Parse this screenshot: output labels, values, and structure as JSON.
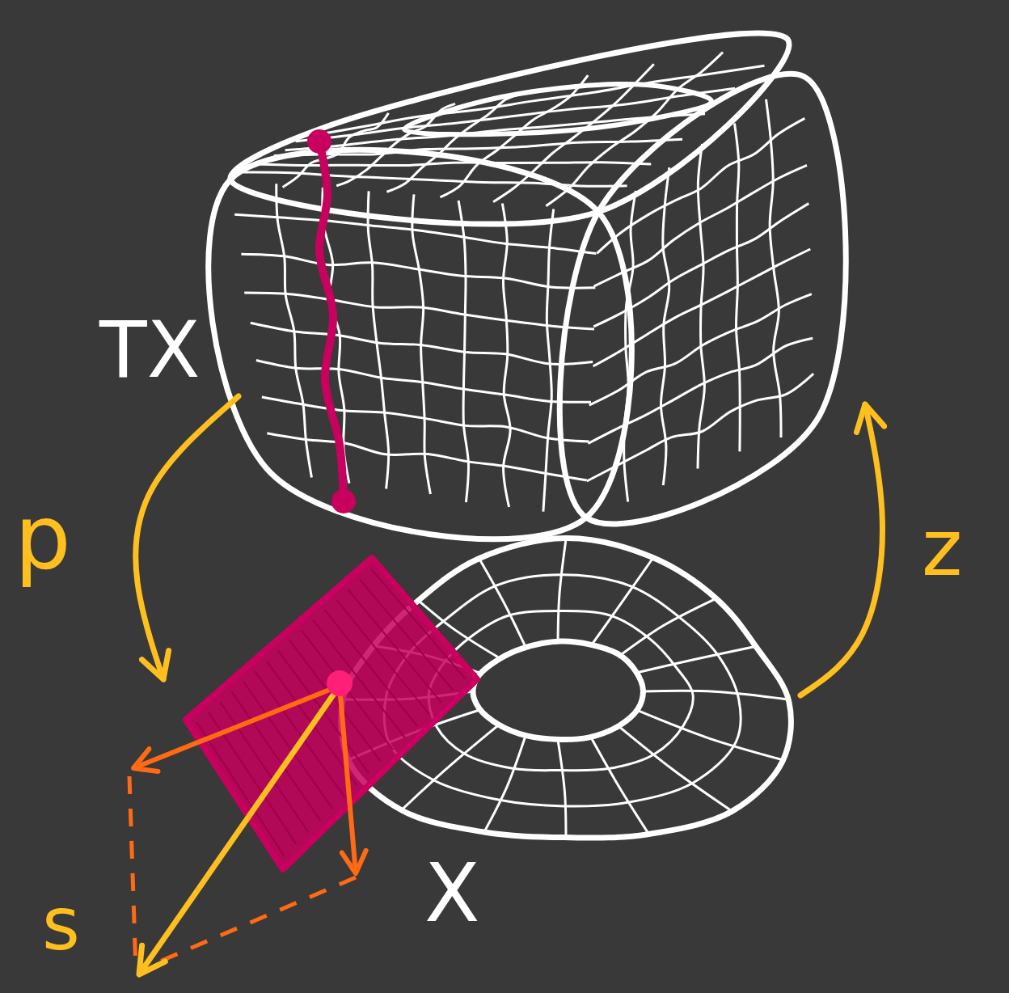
{
  "diagram": {
    "nodes": [
      {
        "text": [
          "TX"
        ]
      },
      {
        "text": [
          "X"
        ],
        "in": null
      }
    ],
    "edges": [
      {
        "from": 0,
        "to": 1,
        "arrow": "to",
        "label": "p"
      },
      {
        "from": 1,
        "to": 0,
        "arrow": "to",
        "label": "z"
      }
    ],
    "labels": [
      "s"
    ]
  }
}
